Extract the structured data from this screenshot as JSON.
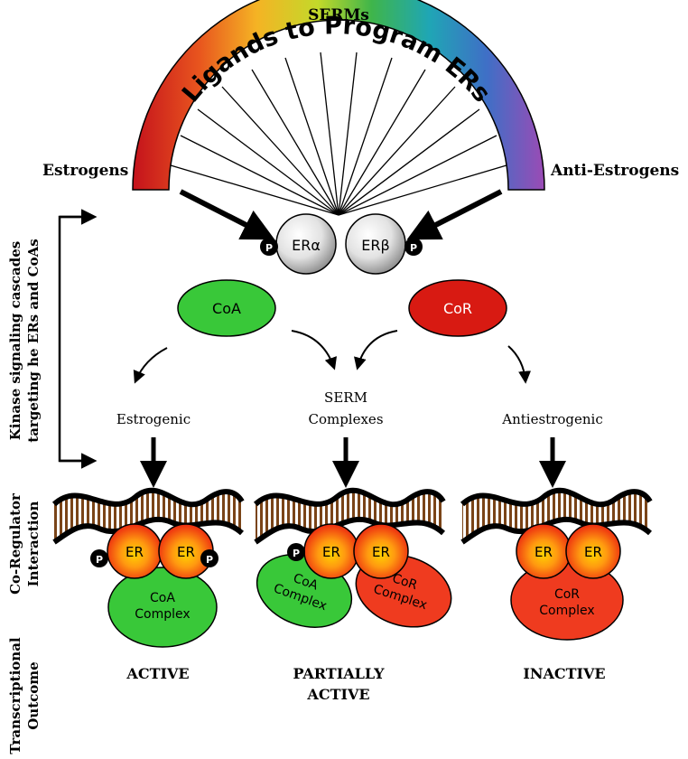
{
  "header": {
    "serms_label": "SERMs",
    "arc_title": "Ligands to Program ERs",
    "estrogens_label": "Estrogens",
    "anti_estrogens_label": "Anti-Estrogens"
  },
  "receptors": {
    "alpha_label": "ERα",
    "beta_label": "ERβ",
    "phospho_label": "P"
  },
  "coregulators": {
    "coa_label": "CoA",
    "cor_label": "CoR",
    "coa_color": "#39c839",
    "cor_color": "#d81a12"
  },
  "pathways": {
    "estrogenic": "Estrogenic",
    "serm_line1": "SERM",
    "serm_line2": "Complexes",
    "antiestrogenic": "Antiestrogenic"
  },
  "side_labels": {
    "kinase_line1": "Kinase signaling cascades",
    "kinase_line2": "targeting he ERs and CoAs",
    "coreg_line1": "Co-Regulator",
    "coreg_line2": "Interaction",
    "trans_line1": "Transcriptional",
    "trans_line2": "Outcome"
  },
  "complexes": {
    "er_label": "ER",
    "coa_complex_line1": "CoA",
    "coa_complex_line2": "Complex",
    "cor_complex_line1": "CoR",
    "cor_complex_line2": "Complex"
  },
  "outcomes": {
    "active": "ACTIVE",
    "partial_line1": "PARTIALLY",
    "partial_line2": "ACTIVE",
    "inactive": "INACTIVE"
  }
}
